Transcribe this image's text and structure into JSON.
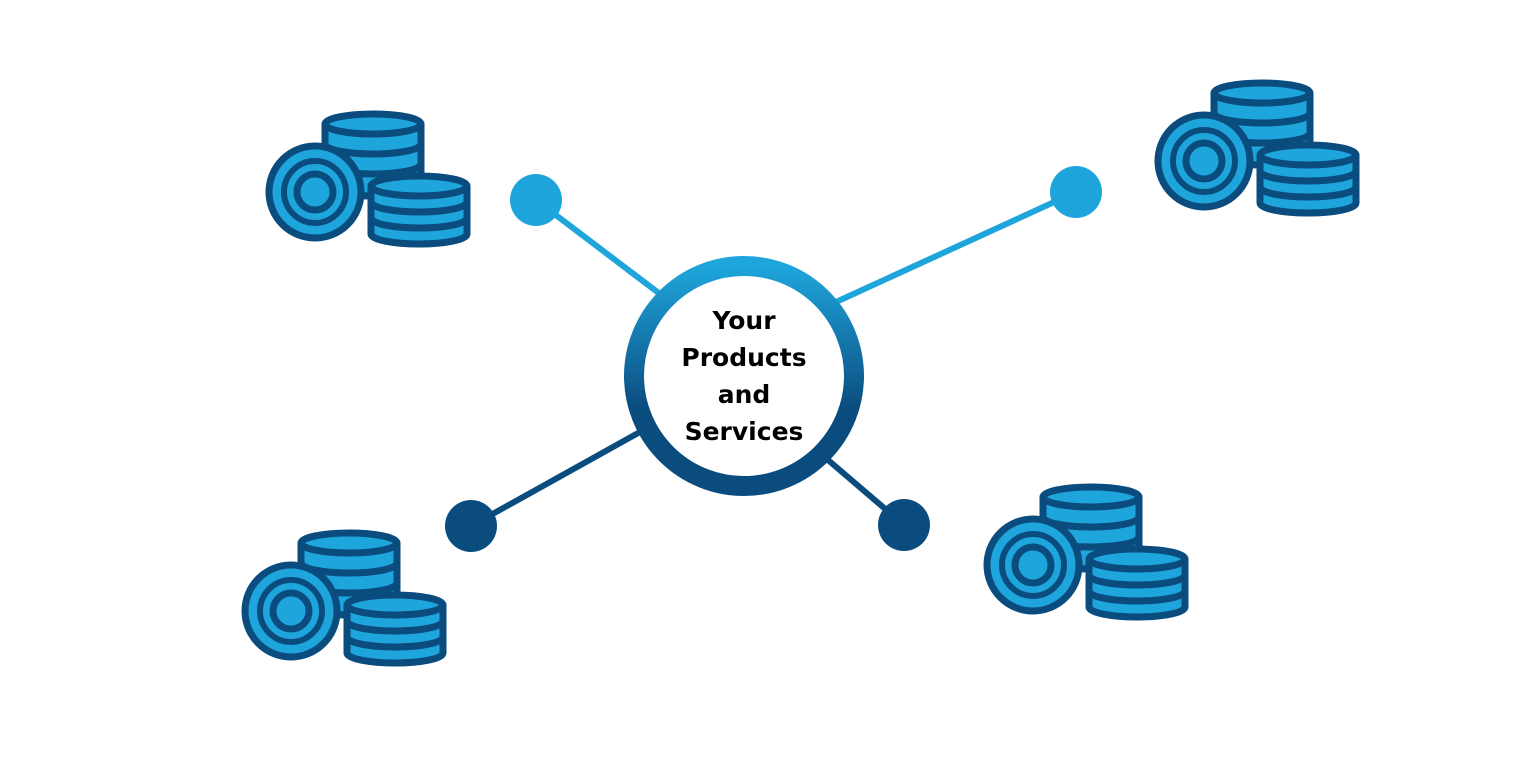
{
  "hub": {
    "label_lines": [
      "Your",
      "Products",
      "and",
      "Services"
    ]
  },
  "colors": {
    "dark_blue": "#0b4c7f",
    "light_blue": "#1ea6dc",
    "white": "#ffffff"
  },
  "icons": [
    {
      "name": "coins-stack-icon",
      "corner": "top-left"
    },
    {
      "name": "coins-stack-icon",
      "corner": "top-right"
    },
    {
      "name": "coins-stack-icon",
      "corner": "bottom-left"
    },
    {
      "name": "coins-stack-icon",
      "corner": "bottom-right"
    }
  ]
}
